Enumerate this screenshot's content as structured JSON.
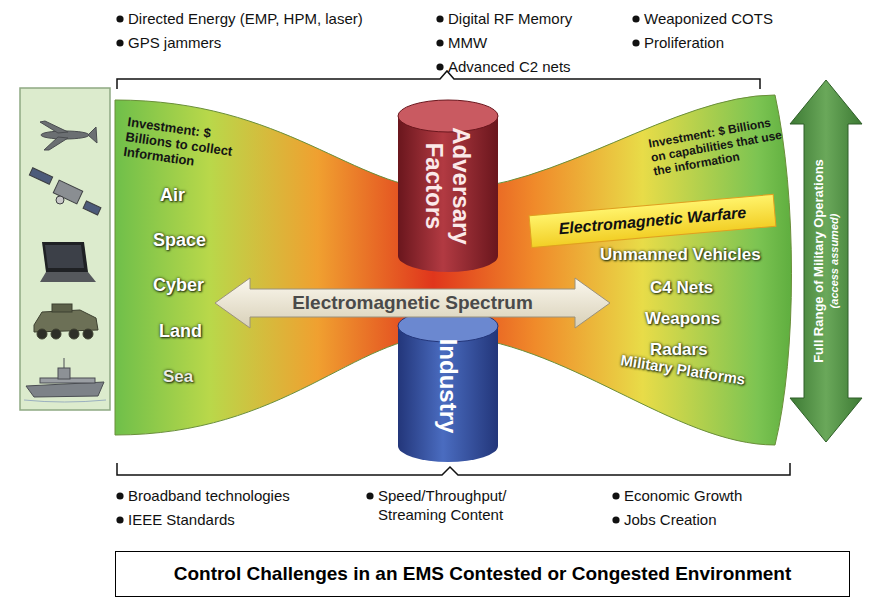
{
  "diagram": {
    "caption": "Control Challenges in an EMS Contested or Congested Environment",
    "nodes": [
      {
        "text": [
          "Investment: $ Billions to collect Information",
          "Air",
          "Space",
          "Cyber",
          "Land",
          "Sea",
          "Investment: $ Billions on capabilities that use the information",
          "Unmanned Vehicles",
          "C4 Nets",
          "Weapons",
          "Radars",
          "Military Platforms"
        ]
      },
      {
        "text": [
          "Adversary Factors"
        ],
        "in": 0
      },
      {
        "text": [
          "Electromagnetic Spectrum"
        ],
        "in": 0
      },
      {
        "text": [
          "Industry"
        ],
        "in": 0
      },
      {
        "text": [
          "Electromagnetic Warfare"
        ],
        "in": 0
      },
      {
        "text": [
          "Full Range of Military Operations",
          "(access assumed)"
        ]
      }
    ],
    "labels": [
      "Directed Energy (EMP, HPM, laser)",
      "GPS jammers",
      "Digital RF Memory",
      "MMW",
      "Advanced C2 nets",
      "Weaponized COTS",
      "Proliferation",
      "Broadband technologies",
      "IEEE Standards",
      "Speed/Throughput/ Streaming Content",
      "Economic Growth",
      "Jobs Creation"
    ]
  }
}
